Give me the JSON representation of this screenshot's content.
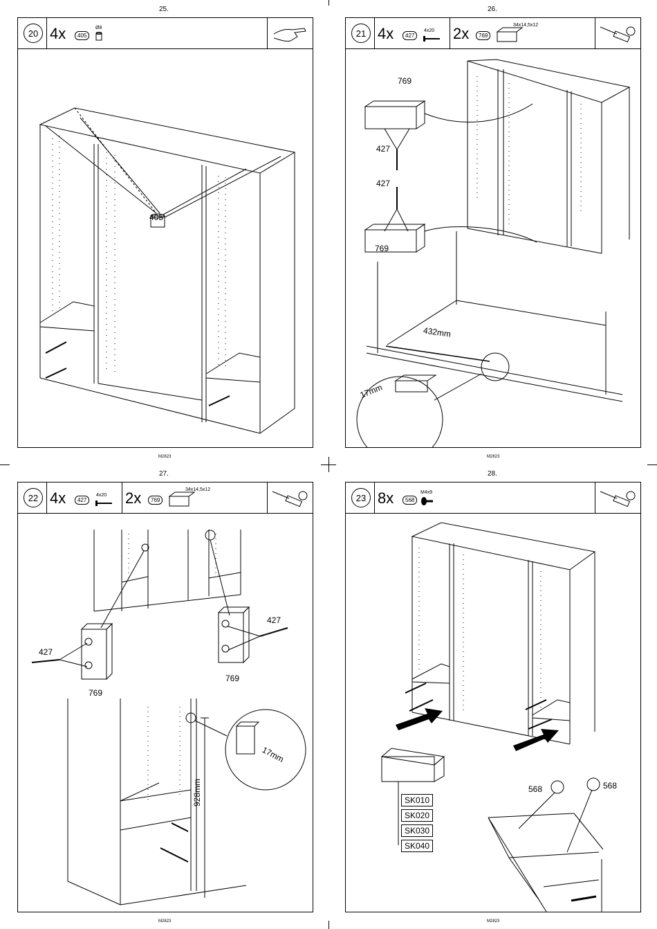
{
  "pages": [
    {
      "number": "25.",
      "code": "M2823",
      "step": "20",
      "parts": [
        {
          "qty": "4x",
          "part": "405",
          "spec": "Ø8"
        }
      ],
      "labels": [
        "405"
      ]
    },
    {
      "number": "26.",
      "code": "M2823",
      "step": "21",
      "parts": [
        {
          "qty": "4x",
          "part": "427",
          "spec": "4x20"
        },
        {
          "qty": "2x",
          "part": "769",
          "spec": "34x14,5x12"
        }
      ],
      "labels": [
        "769",
        "427",
        "427",
        "769"
      ],
      "dimensions": [
        "432mm",
        "17mm"
      ]
    },
    {
      "number": "27.",
      "code": "M2823",
      "step": "22",
      "parts": [
        {
          "qty": "4x",
          "part": "427",
          "spec": "4x20"
        },
        {
          "qty": "2x",
          "part": "769",
          "spec": "34x14,5x12"
        }
      ],
      "labels": [
        "427",
        "427",
        "769",
        "769"
      ],
      "dimensions": [
        "928mm",
        "17mm"
      ]
    },
    {
      "number": "28.",
      "code": "M2823",
      "step": "23",
      "parts": [
        {
          "qty": "8x",
          "part": "568",
          "spec": "M4x9"
        }
      ],
      "labels": [
        "568",
        "568"
      ],
      "drawer_codes": [
        "SK010",
        "SK020",
        "SK030",
        "SK040"
      ]
    }
  ],
  "icons": {
    "p1_tool": "hand-icon",
    "p2_tool": "screwdriver-icon",
    "p3_tool": "screwdriver-icon",
    "p4_tool": "screwdriver-icon"
  }
}
